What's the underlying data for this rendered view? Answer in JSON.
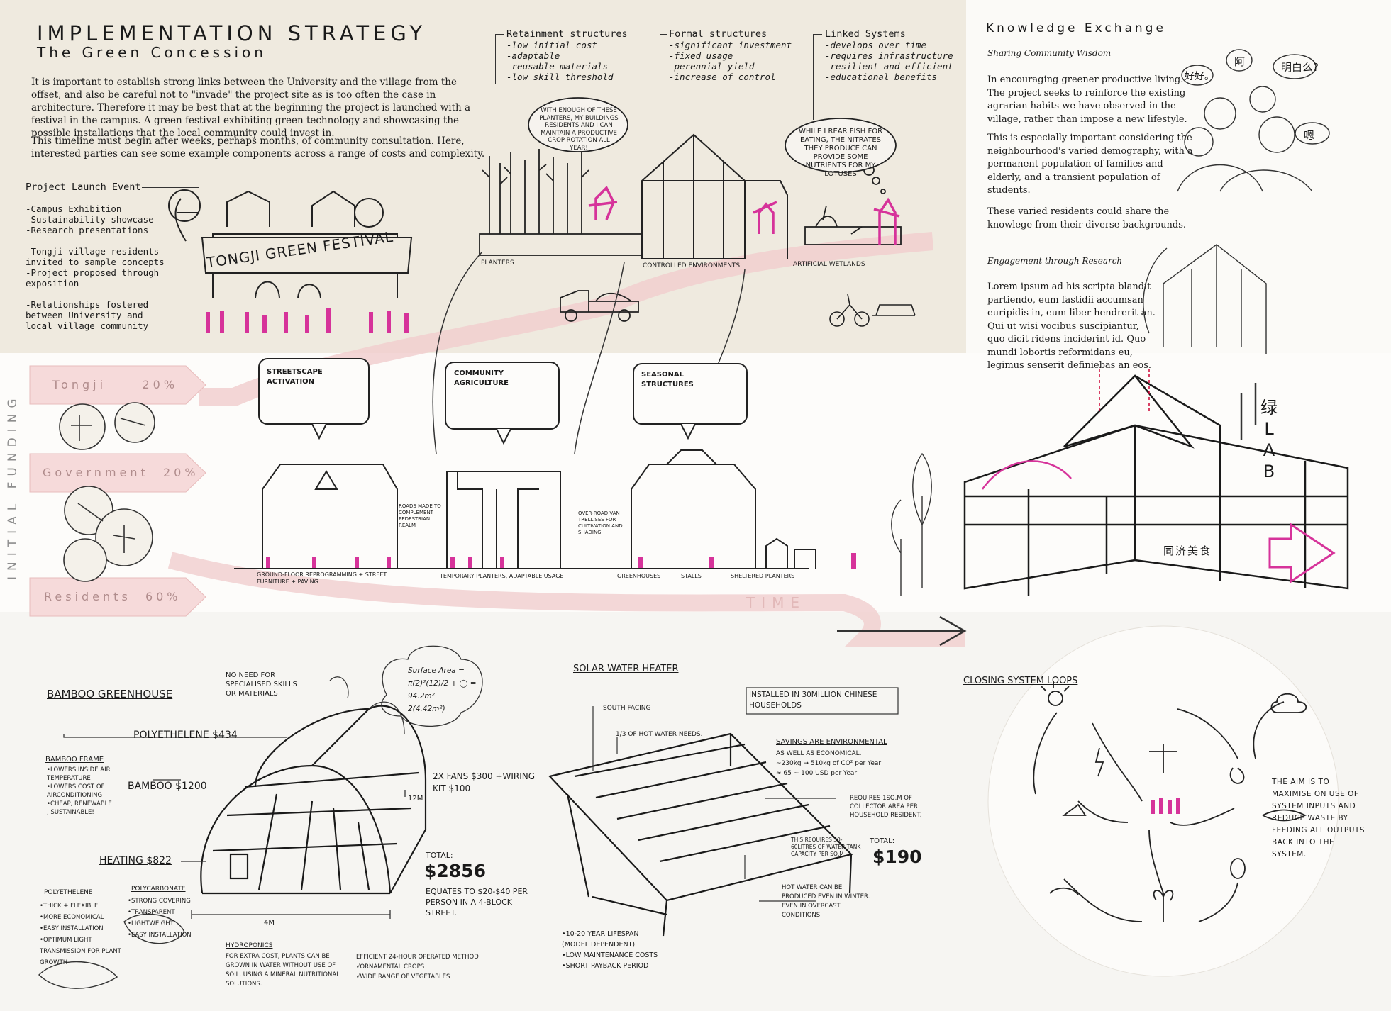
{
  "header": {
    "title": "IMPLEMENTATION STRATEGY",
    "subtitle": "The Green Concession",
    "intro_1": "It is important to establish strong links between the University and the village from the offset, and also be careful not to \"invade\" the project site as is too often the case in architecture. Therefore it may be best that at the beginning the project is launched with a festival in the campus. A green festival exhibiting green technology and showcasing the possible installations that the local community could invest in.",
    "intro_2": "This timeline must begin after weeks, perhaps months, of community consultation. Here, interested parties can see some example components across a range of costs and complexity."
  },
  "launch": {
    "heading": "Project Launch Event",
    "items": "-Campus Exhibition\n-Sustainability showcase\n-Research presentations\n\n-Tongji village residents\ninvited to sample concepts\n-Project proposed through\nexposition\n\n-Relationships fostered\nbetween University and\nlocal village community",
    "festival_banner": "TONGJI GREEN FESTIVAL"
  },
  "structures": [
    {
      "heading": "Retainment structures",
      "items": "-low initial cost\n-adaptable\n-reusable materials\n-low skill threshold"
    },
    {
      "heading": "Formal structures",
      "items": "-significant investment\n-fixed usage\n-perennial yield\n-increase of control"
    },
    {
      "heading": "Linked Systems",
      "items": "-develops over time\n-requires infrastructure\n-resilient and efficient\n-educational benefits"
    }
  ],
  "speech": {
    "planters": "WITH ENOUGH OF THESE PLANTERS, MY BUILDINGS RESIDENTS AND I CAN MAINTAIN A PRODUCTIVE CROP ROTATION ALL YEAR!",
    "fish": "WHILE I REAR FISH FOR EATING, THE NITRATES THEY PRODUCE CAN PROVIDE SOME NUTRIENTS FOR MY LOTUSES"
  },
  "labels_top": {
    "planters": "PLANTERS",
    "controlled": "CONTROLLED ENVIRONMENTS",
    "wetlands": "ARTIFICIAL WETLANDS"
  },
  "bubbles": {
    "streetscape": "STREETSCAPE ACTIVATION",
    "community": "COMMUNITY AGRICULTURE",
    "seasonal": "SEASONAL STRUCTURES"
  },
  "street": {
    "ground": "GROUND-FLOOR REPROGRAMMING + STREET FURNITURE + PAVING",
    "roads": "ROADS MADE TO COMPLEMENT PEDESTRIAN REALM",
    "temporary": "TEMPORARY PLANTERS, ADAPTABLE USAGE",
    "overroad": "OVER-ROAD VAN TRELLISES FOR CULTIVATION AND SHADING",
    "greenhouses": "GREENHOUSES",
    "stalls": "STALLS",
    "sheltered": "SHELTERED PLANTERS"
  },
  "funding": {
    "axis": "INITIAL FUNDING",
    "tongji": "Tongji     20%",
    "government": "Government  20%",
    "residents": "Residents  60%",
    "time": "TIME"
  },
  "knowledge": {
    "title": "Knowledge Exchange",
    "sub1": "Sharing Community Wisdom",
    "p1": "In encouraging greener productive living. The project seeks to reinforce the existing agrarian habits we have observed in the village, rather than impose a new lifestyle.",
    "p2": "This is especially important considering the neighbourhood's varied demography, with a permanent population of families and elderly, and a transient population of students.",
    "p3": "These varied residents could share the knowlege from their diverse backgrounds.",
    "sub2": "Engagement through Research",
    "p4": "Lorem ipsum ad his scripta blandit partiendo, eum fastidii accumsan euripidis in, eum liber hendrerit an. Qui ut wisi vocibus suscipiantur, quo dicit ridens inciderint id. Quo mundi lobortis reformidans eu, legimus senserit definiebas an eos.",
    "speech_cn": [
      "好好。",
      "阿",
      "明白么?",
      "嗯"
    ],
    "lab_cn": "绿 LAB",
    "lab_sign": "同济美食"
  },
  "greenhouse": {
    "title": "BAMBOO GREENHOUSE",
    "no_need": "NO NEED FOR SPECIALISED SKILLS OR MATERIALS",
    "surface": "Surface Area = π(2)²(12)/2 + ◯ = 94.2m² + 2(4.42m²)",
    "poly_cost": "POLYETHELENE $434",
    "fans": "2x FANS $300 +WIRING KIT $100",
    "frame_title": "BAMBOO FRAME",
    "frame_items": "•LOWERS INSIDE AIR TEMPERATURE\n•LOWERS COST OF AIRCONDITIONING\n•CHEAP, RENEWABLE\n, SUSTAINABLE!",
    "bamboo": "BAMBOO $1200",
    "dim_12": "12M",
    "dim_4": "4M",
    "heating": "HEATING $822",
    "total_label": "TOTAL:",
    "total": "$2856",
    "equates": "EQUATES TO $20-$40 PER PERSON IN A 4-BLOCK STREET.",
    "polyeth_title": "POLYETHELENE",
    "polyeth_items": "•THICK + FLEXIBLE\n•MORE ECONOMICAL\n•EASY INSTALLATION\n•OPTIMUM LIGHT TRANSMISSION FOR PLANT GROWTH",
    "polycarb_title": "POLYCARBONATE",
    "polycarb_items": "•STRONG COVERING\n•TRANSPARENT\n•LIGHTWEIGHT\n•EASY INSTALLATION",
    "hydro_title": "HYDROPONICS",
    "hydro_text": "FOR EXTRA COST, PLANTS CAN BE GROWN IN WATER WITHOUT USE OF SOIL, USING A MINERAL NUTRITIONAL SOLUTIONS.",
    "hydro_benefits": "EFFICIENT 24-HOUR OPERATED METHOD\n√ORNAMENTAL CROPS\n√WIDE RANGE OF VEGETABLES"
  },
  "solar": {
    "title": "SOLAR WATER HEATER",
    "installed": "INSTALLED IN 30MILLION CHINESE HOUSEHOLDS",
    "south": "SOUTH FACING",
    "third": "1/3 OF HOT WATER NEEDS.",
    "savings_title": "SAVINGS ARE ENVIRONMENTAL",
    "savings_text": "AS WELL AS ECONOMICAL.\n~230kg → 510kg of CO² per Year\n≈ 65 ~ 100 USD per Year",
    "requires": "REQUIRES 1sq.m OF COLLECTOR AREA PER HOUSEHOLD RESIDENT.",
    "requires2": "THIS REQUIRES 30-60LITRES OF WATER TANK CAPACITY PER SQ.M.",
    "total_label": "TOTAL:",
    "total": "$190",
    "hot": "HOT WATER CAN BE PRODUCED EVEN IN WINTER. EVEN IN OVERCAST CONDITIONS.",
    "bullets": "•10-20 YEAR LIFESPAN\n(MODEL DEPENDENT)\n•LOW MAINTENANCE COSTS\n•SHORT PAYBACK PERIOD"
  },
  "loops": {
    "title": "CLOSING SYSTEM LOOPS",
    "aim": "THE AIM IS TO MAXIMISE ON USE OF SYSTEM INPUTS AND REDUCE WASTE BY FEEDING ALL OUTPUTS BACK INTO THE SYSTEM."
  },
  "colors": {
    "accent": "#d6339a",
    "pink_band": "#f2d3d3",
    "ink": "#1a1a1a",
    "paper": "#efeadf"
  }
}
